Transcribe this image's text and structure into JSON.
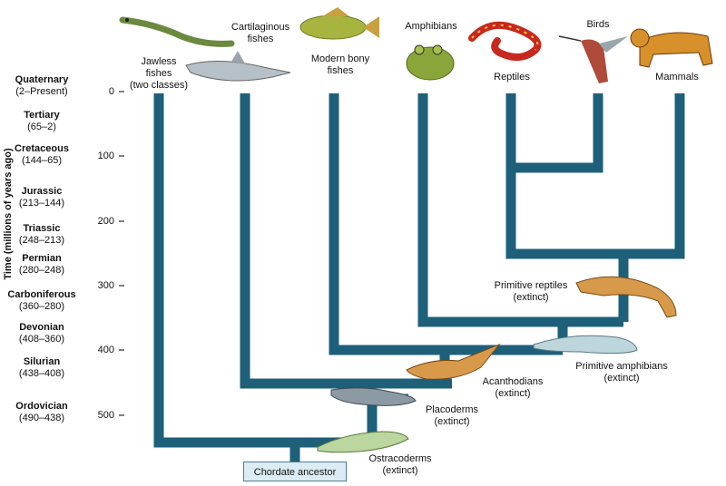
{
  "axis": {
    "title": "Time (millions of years ago)",
    "ticks": [
      "0",
      "100",
      "200",
      "300",
      "400",
      "500"
    ]
  },
  "periods": [
    {
      "name": "Quaternary",
      "range": "(2–Present)"
    },
    {
      "name": "Tertiary",
      "range": "(65–2)"
    },
    {
      "name": "Cretaceous",
      "range": "(144–65)"
    },
    {
      "name": "Jurassic",
      "range": "(213–144)"
    },
    {
      "name": "Triassic",
      "range": "(248–213)"
    },
    {
      "name": "Permian",
      "range": "(280–248)"
    },
    {
      "name": "Carboniferous",
      "range": "(360–280)"
    },
    {
      "name": "Devonian",
      "range": "(408–360)"
    },
    {
      "name": "Silurian",
      "range": "(438–408)"
    },
    {
      "name": "Ordovician",
      "range": "(490–438)"
    }
  ],
  "groups": {
    "jawless": "Jawless\nfishes\n(two classes)",
    "cartilaginous": "Cartilaginous\nfishes",
    "bony": "Modern bony\nfishes",
    "amphibians": "Amphibians",
    "reptiles": "Reptiles",
    "birds": "Birds",
    "mammals": "Mammals"
  },
  "extinct": {
    "primitive_reptiles": "Primitive reptiles\n(extinct)",
    "primitive_amphibians": "Primitive amphibians\n(extinct)",
    "acanthodians": "Acanthodians\n(extinct)",
    "placoderms": "Placoderms\n(extinct)",
    "ostracoderms": "Ostracoderms\n(extinct)"
  },
  "ancestor": "Chordate ancestor",
  "colors": {
    "tree": "#1e5f7a",
    "ancestor_fill": "#dcecf4"
  },
  "icons": [
    "lamprey-icon",
    "shark-icon",
    "perch-icon",
    "frog-icon",
    "snake-icon",
    "hummingbird-icon",
    "tiger-icon",
    "primitive-reptile-icon",
    "primitive-amphibian-icon",
    "acanthodian-icon",
    "placoderm-icon",
    "ostracoderm-icon"
  ]
}
